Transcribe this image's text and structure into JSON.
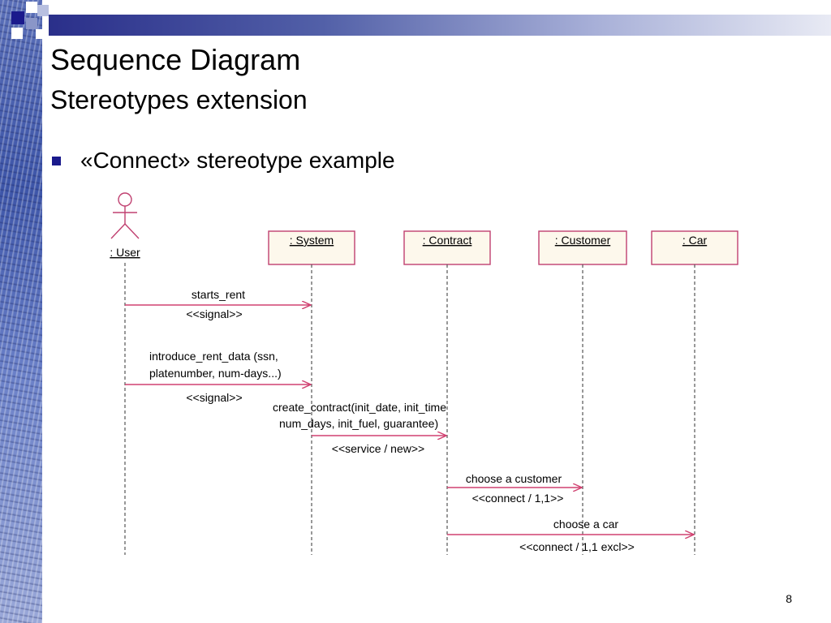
{
  "slide": {
    "title": "Sequence Diagram",
    "subtitle": "Stereotypes extension",
    "bullet": "«Connect» stereotype example",
    "page_number": "8"
  },
  "diagram": {
    "actor": {
      "label": ": User"
    },
    "lifelines": [
      {
        "label": ": System"
      },
      {
        "label": ": Contract"
      },
      {
        "label": ": Customer"
      },
      {
        "label": ": Car"
      }
    ],
    "messages": [
      {
        "lines": [
          "starts_rent"
        ],
        "stereotype": "<<signal>>"
      },
      {
        "lines": [
          "introduce_rent_data (ssn,",
          "platenumber, num-days...)"
        ],
        "stereotype": "<<signal>>"
      },
      {
        "lines": [
          "create_contract(init_date, init_time",
          "num_days, init_fuel, guarantee)"
        ],
        "stereotype": "<<service / new>>"
      },
      {
        "lines": [
          "choose a customer"
        ],
        "stereotype": "<<connect / 1,1>>"
      },
      {
        "lines": [
          "choose a car"
        ],
        "stereotype": "<<connect / 1,1 excl>>"
      }
    ],
    "colors": {
      "message_arrow": "#d04070",
      "box_border": "#c04070",
      "box_fill": "#fdf8ec",
      "lifeline": "#555555",
      "actor_stroke": "#c04070"
    }
  },
  "theme": {
    "bullet_color": "#1a1a8c",
    "top_bar_dark": "#2a2f8a"
  }
}
